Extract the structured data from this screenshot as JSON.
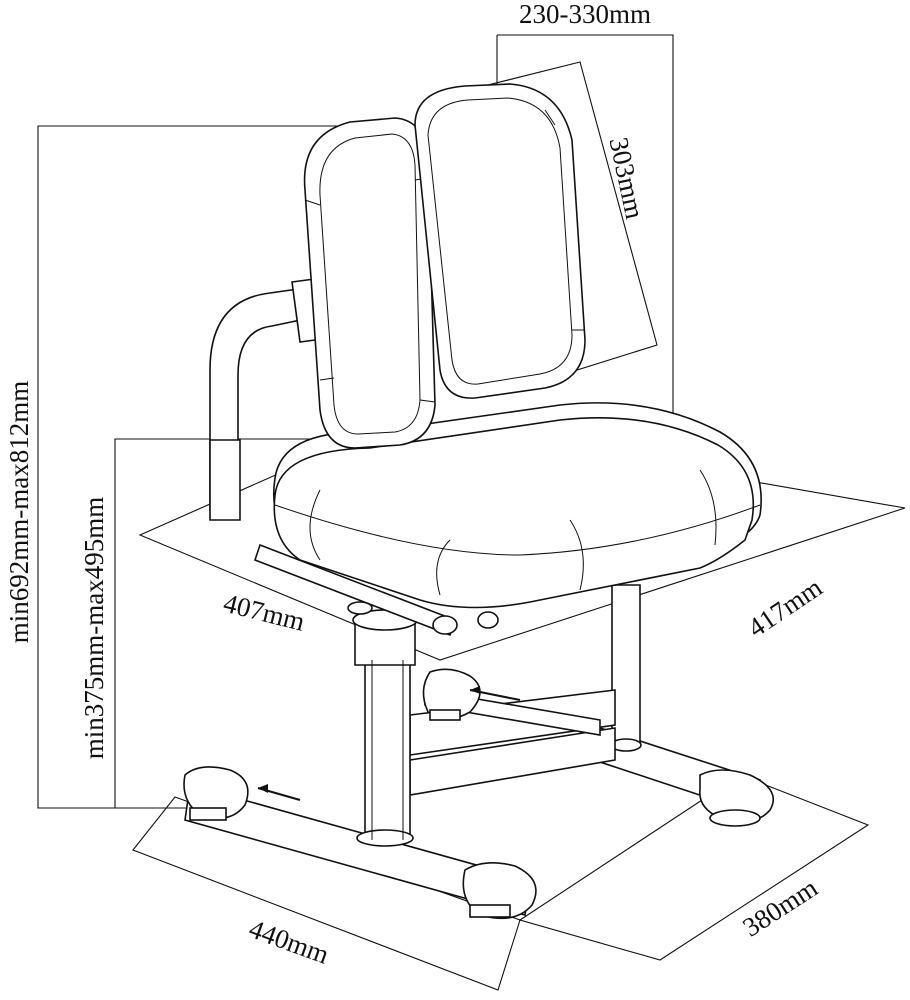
{
  "dimensions": {
    "backrest_width": "230-330mm",
    "backrest_height": "303mm",
    "total_height": "min692mm-max812mm",
    "seat_height": "min375mm-max495mm",
    "seat_width": "407mm",
    "seat_depth": "417mm",
    "base_width": "440mm",
    "base_depth": "380mm"
  },
  "colors": {
    "line": "#111111",
    "background": "#ffffff"
  }
}
